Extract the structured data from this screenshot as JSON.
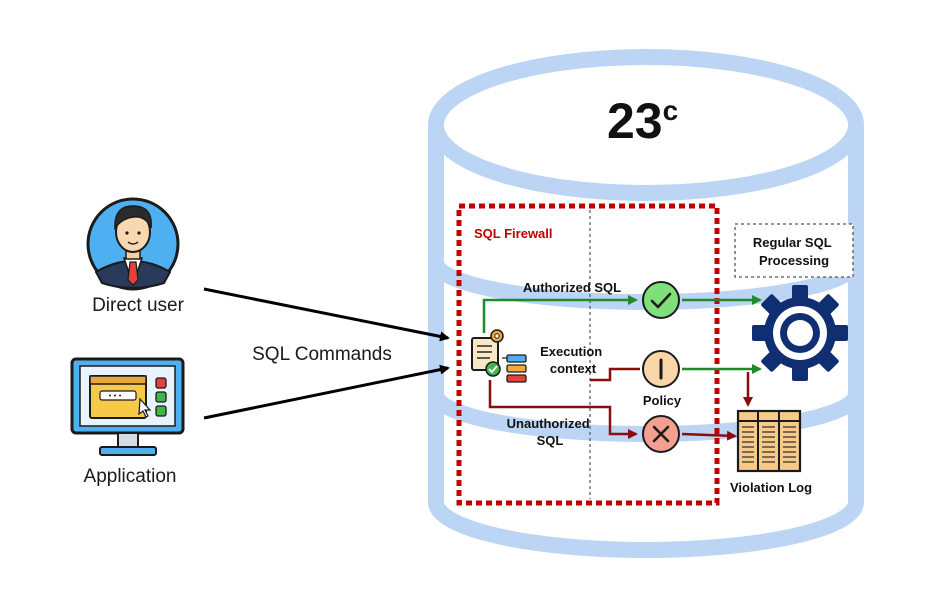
{
  "diagram": {
    "badge": {
      "main": "23",
      "sup": "c"
    },
    "left": {
      "user_label": "Direct user",
      "app_label": "Application",
      "commands_label": "SQL Commands"
    },
    "firewall": {
      "title": "SQL Firewall",
      "authorized_label": "Authorized SQL",
      "context_line1": "Execution",
      "context_line2": "context",
      "policy_label": "Policy",
      "unauth_line1": "Unauthorized",
      "unauth_line2": "SQL"
    },
    "right": {
      "processing_line1": "Regular SQL",
      "processing_line2": "Processing",
      "log_label": "Violation Log"
    },
    "colors": {
      "cylinder": "#bcd5f5",
      "firewall_border": "#c00000",
      "firewall_title": "#c00000",
      "allow_arrow": "#1f8a2c",
      "deny_arrow": "#8b0d0d",
      "gear": "#0f2f72",
      "check_fill": "#7fe07b",
      "policy_fill": "#f9d6a8",
      "cross_fill": "#f4a090",
      "log_fill": "#f7c98b"
    },
    "icons": [
      "person-avatar-icon",
      "monitor-app-icon",
      "document-gear-icon",
      "check-icon",
      "policy-icon",
      "cross-icon",
      "gear-icon",
      "log-sheet-icon"
    ]
  }
}
